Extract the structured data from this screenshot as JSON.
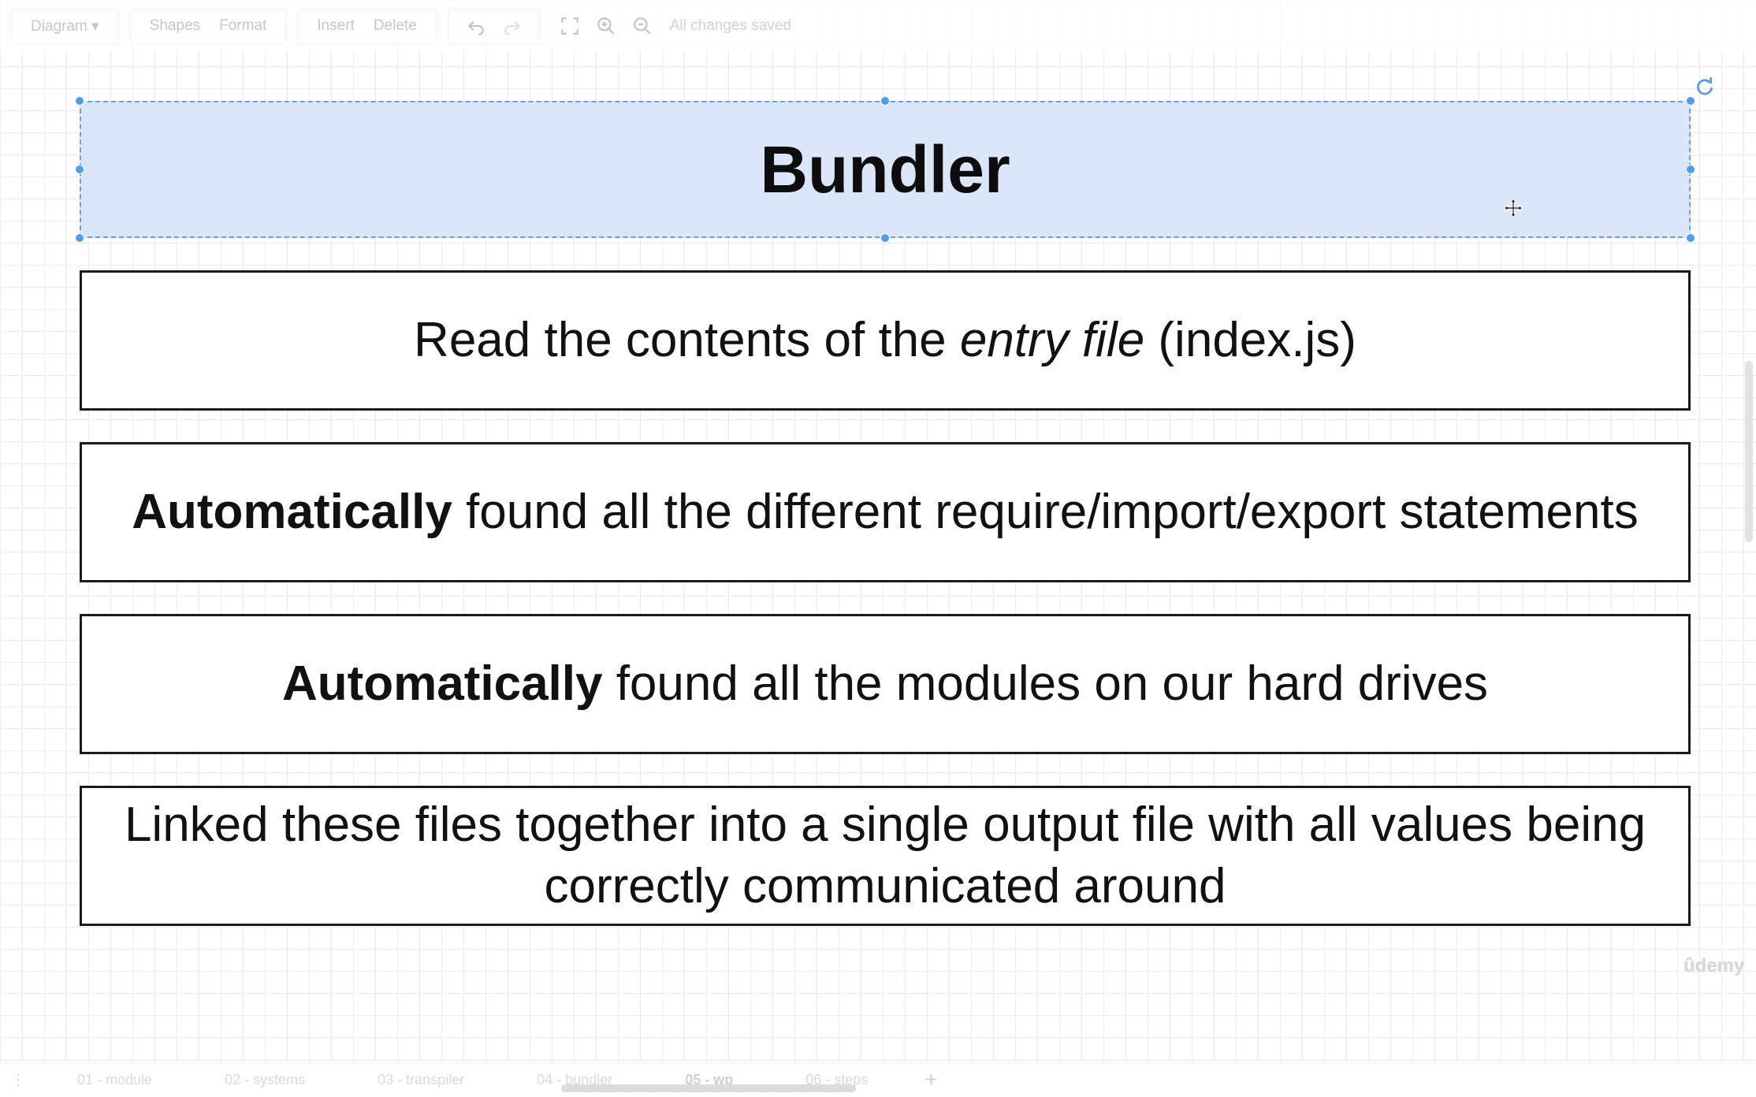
{
  "toolbar": {
    "diagram_menu": "Diagram",
    "shapes": "Shapes",
    "format": "Format",
    "insert": "Insert",
    "delete": "Delete",
    "status": "All changes saved"
  },
  "diagram": {
    "title": "Bundler",
    "boxes": [
      {
        "pre": "Read the contents of the ",
        "italic": "entry file",
        "post": " (index.js)"
      },
      {
        "bold": "Automatically",
        "rest": " found all the different require/import/export statements"
      },
      {
        "bold": "Automatically",
        "rest": " found all the modules on our hard drives"
      },
      {
        "line1": "Linked these files together into a single output file with all values being",
        "line2": "correctly communicated around"
      }
    ]
  },
  "watermark": "ûdemy",
  "pages": {
    "tabs": [
      "01 - module",
      "02 - systems",
      "03 - transpiler",
      "04 - bundler",
      "05 - wp",
      "06 - steps"
    ],
    "active_index": 4
  },
  "colors": {
    "selection": "#4f9cf0",
    "title_fill": "#dbe6fb",
    "box_border": "#1a1a1a"
  }
}
